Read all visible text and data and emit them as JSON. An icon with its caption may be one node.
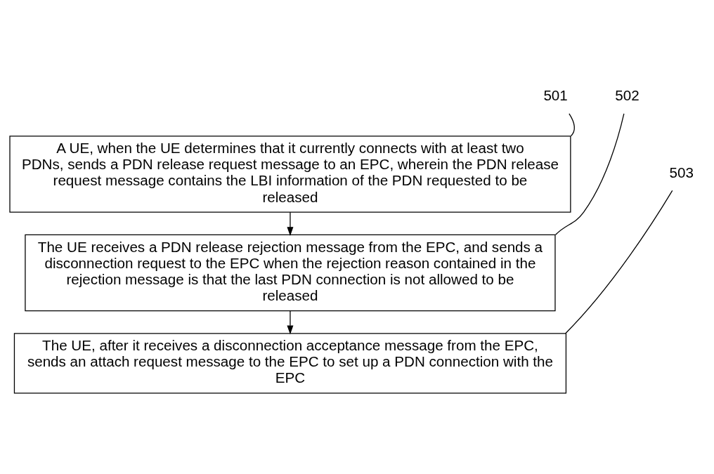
{
  "diagram": {
    "nodes": [
      {
        "text": [
          "501"
        ]
      },
      {
        "text": [
          "A UE, when the UE determines that it currently connects with at least two PDNs, sends a PDN release request message to an EPC, wherein the PDN release request message contains the LBI information of the PDN requested to be released"
        ]
      },
      {
        "text": [
          "502"
        ]
      },
      {
        "text": [
          "The UE receives a PDN release rejection message from the EPC, and sends a disconnection request to the EPC when the rejection reason contained in the rejection message is that the last PDN connection is not allowed to be released"
        ]
      },
      {
        "text": [
          "503"
        ]
      },
      {
        "text": [
          "The UE, after it receives a disconnection acceptance message from the EPC, sends an attach request message to the EPC to set up a PDN connection with the EPC"
        ]
      }
    ],
    "edges": [
      {
        "from": 0,
        "to": 1,
        "arrow": "none"
      },
      {
        "from": 1,
        "to": 3,
        "arrow": "to"
      },
      {
        "from": 2,
        "to": 3,
        "arrow": "none"
      },
      {
        "from": 3,
        "to": 5,
        "arrow": "to"
      },
      {
        "from": 4,
        "to": 5,
        "arrow": "none"
      }
    ]
  }
}
